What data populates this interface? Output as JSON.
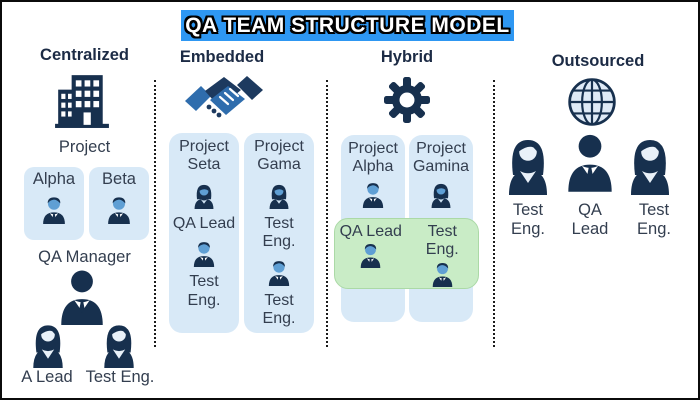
{
  "title": "QA TEAM STRUCTURE MODEL",
  "colors": {
    "banner_blue": "#2e97f2",
    "navy_text": "#1c2b45",
    "body_text": "#333e4f",
    "icon_navy": "#17304e",
    "box_blue": "#d8e9f7",
    "box_green": "#c9ecc6",
    "green_border": "#abd9a6",
    "face_blue": "#5f9fd4",
    "face_light": "#e9f1f9",
    "vneck_light": "#cfe3f3",
    "handshake_mid": "#2f6dad",
    "handshake_dark": "#1d3a5f",
    "globe_fill": "#dfeaf6",
    "divider": "#1a1a1a"
  },
  "columns": {
    "centralized": {
      "header": "Centralized",
      "icon": "building-icon",
      "project_label": "Project",
      "teams": [
        "Alpha",
        "Beta"
      ],
      "manager_label": "QA Manager",
      "bottom_roles": [
        "A Lead",
        "Test Eng."
      ]
    },
    "embedded": {
      "header": "Embedded",
      "icon": "handshake-icon",
      "groups": [
        {
          "project": "Project Seta",
          "roles": [
            "QA Lead",
            "Test Eng."
          ]
        },
        {
          "project": "Project Gama",
          "roles": [
            "Test Eng.",
            "Test Eng."
          ]
        }
      ]
    },
    "hybrid": {
      "header": "Hybrid",
      "icon": "gear-icon",
      "groups": [
        {
          "project": "Project Alpha"
        },
        {
          "project": "Project Gamina"
        }
      ],
      "shared_roles": [
        "QA Lead",
        "Test Eng."
      ]
    },
    "outsourced": {
      "header": "Outsourced",
      "icon": "globe-icon",
      "roles": [
        "Test Eng.",
        "QA Lead",
        "Test Eng."
      ]
    }
  }
}
